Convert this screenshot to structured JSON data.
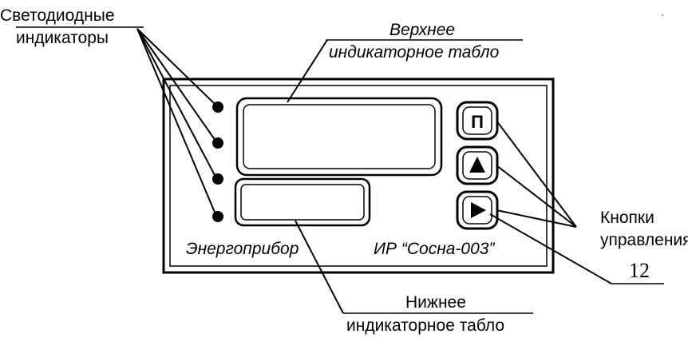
{
  "labels": {
    "led_indicators_line1": "Светодиодные",
    "led_indicators_line2": "индикаторы",
    "upper_display_line1": "Верхнее",
    "upper_display_line2": "индикаторное табло",
    "lower_display_line1": "Нижнее",
    "lower_display_line2": "индикаторное табло",
    "buttons_line1": "Кнопки",
    "buttons_line2": "управления",
    "callout_number": "12"
  },
  "device": {
    "brand": "Энергоприбор",
    "model": "ИР “Сосна-003”",
    "button_program_label": "П",
    "button_up_icon": "triangle-up-icon",
    "button_right_icon": "triangle-right-icon"
  },
  "colors": {
    "ink": "#000000",
    "background": "#ffffff"
  }
}
